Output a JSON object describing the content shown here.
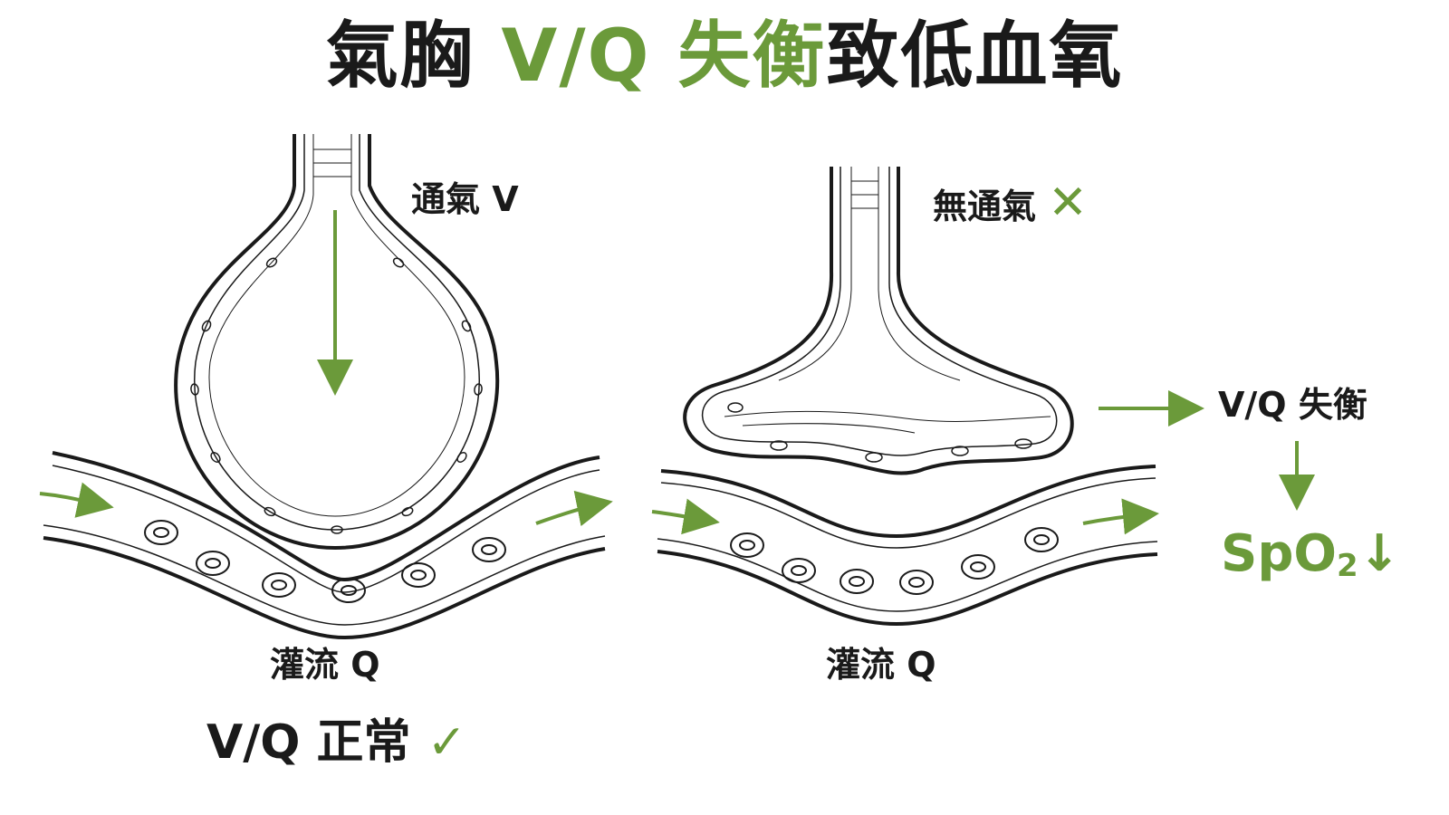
{
  "title": {
    "part1": "氣胸 ",
    "part2": "V/Q 失衡",
    "part3": "致低血氧"
  },
  "left_panel": {
    "ventilation_label": "通氣 V",
    "perfusion_label": "灌流 Q",
    "status_text": "V/Q 正常",
    "status_mark": "✓"
  },
  "right_panel": {
    "ventilation_label": "無通氣",
    "ventilation_mark": "✕",
    "perfusion_label": "灌流 Q",
    "mismatch_label": "V/Q 失衡",
    "spo2_main": "SpO",
    "spo2_sub": "2",
    "spo2_arrow": "↓"
  },
  "colors": {
    "accent": "#6b9a3a",
    "ink": "#1a1a1a"
  }
}
